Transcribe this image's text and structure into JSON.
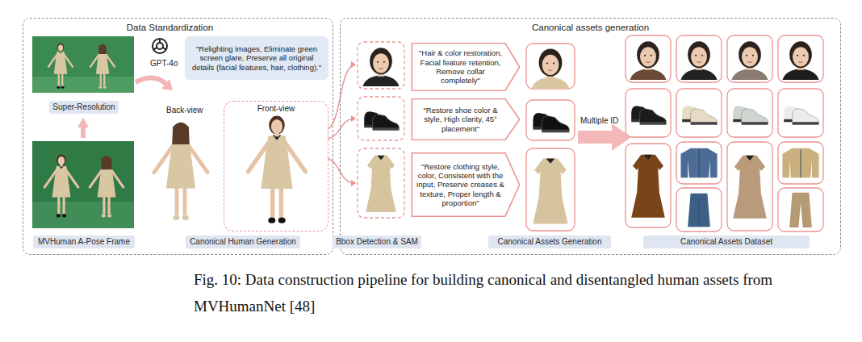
{
  "diagram": {
    "caption": "Fig. 10: Data construction pipeline for building canonical and disentangled human assets from MVHumanNet [48]",
    "nodes": [
      {
        "text": [
          "Data Standardization"
        ]
      },
      {
        "text": [
          "Canonical assets generation"
        ]
      },
      {
        "text": [
          "\"Relighting images, Eliminate green screen glare, Preserve all original details (facial features, hair, clothing).\""
        ],
        "in": 0
      },
      {
        "text": [
          "Super-Resolution"
        ],
        "in": 0
      },
      {
        "text": [
          "MVHuman A-Pose Frame"
        ],
        "in": 0
      },
      {
        "text": [
          "Front-view"
        ],
        "in": 0
      },
      {
        "text": [
          "Canonical Human Generation"
        ],
        "in": 0
      },
      {
        "text": [
          "\"Hair & color restoration, Facial feature retention, Remove collar completely\""
        ],
        "in": 1
      },
      {
        "text": [
          "\"Restore shoe color & style, High clarity, 45° placement\""
        ],
        "in": 1
      },
      {
        "text": [
          "\"Restore clothing style, color, Consistent with the input, Preserve creases & texture, Proper length & proportion\""
        ],
        "in": 1
      },
      {
        "text": [
          "Bbox Detection & SAM"
        ],
        "in": 1
      },
      {
        "text": [
          "Canonical Assets Generation"
        ],
        "in": 1
      },
      {
        "text": [
          "Canonical Assets Dataset"
        ],
        "in": 1
      }
    ],
    "labels": [
      "GPT-4o",
      "Back-view",
      "Multiple ID"
    ]
  }
}
